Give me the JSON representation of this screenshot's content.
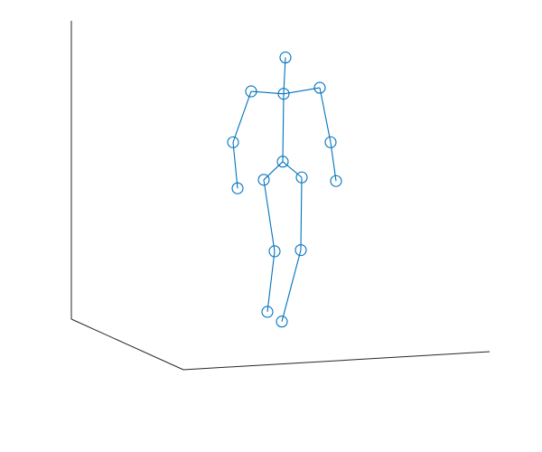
{
  "chart_data": {
    "type": "skeleton-3d",
    "title": "",
    "xlabel": "",
    "ylabel": "",
    "zlabel": "",
    "grid": false,
    "colors": {
      "skeleton": "#0072BD",
      "axes": "#262626",
      "background": "#ffffff"
    },
    "joints": [
      {
        "name": "head",
        "x": 0.0,
        "y": 1.63
      },
      {
        "name": "neck",
        "x": -0.02,
        "y": 1.33
      },
      {
        "name": "left-shoulder",
        "x": -0.38,
        "y": 1.35
      },
      {
        "name": "right-shoulder",
        "x": 0.38,
        "y": 1.38
      },
      {
        "name": "left-elbow",
        "x": -0.58,
        "y": 0.93
      },
      {
        "name": "right-elbow",
        "x": 0.5,
        "y": 0.93
      },
      {
        "name": "left-wrist",
        "x": -0.53,
        "y": 0.55
      },
      {
        "name": "right-wrist",
        "x": 0.56,
        "y": 0.61
      },
      {
        "name": "pelvis",
        "x": -0.03,
        "y": 0.77
      },
      {
        "name": "left-hip",
        "x": -0.24,
        "y": 0.62
      },
      {
        "name": "right-hip",
        "x": 0.18,
        "y": 0.64
      },
      {
        "name": "left-knee",
        "x": -0.12,
        "y": 0.03
      },
      {
        "name": "right-knee",
        "x": 0.17,
        "y": 0.04
      },
      {
        "name": "left-ankle",
        "x": -0.2,
        "y": -0.47
      },
      {
        "name": "right-ankle",
        "x": -0.04,
        "y": -0.55
      }
    ],
    "bones": [
      [
        "head",
        "neck"
      ],
      [
        "neck",
        "left-shoulder"
      ],
      [
        "neck",
        "right-shoulder"
      ],
      [
        "left-shoulder",
        "left-elbow"
      ],
      [
        "left-elbow",
        "left-wrist"
      ],
      [
        "right-shoulder",
        "right-elbow"
      ],
      [
        "right-elbow",
        "right-wrist"
      ],
      [
        "neck",
        "pelvis"
      ],
      [
        "pelvis",
        "left-hip"
      ],
      [
        "pelvis",
        "right-hip"
      ],
      [
        "left-hip",
        "left-knee"
      ],
      [
        "left-knee",
        "left-ankle"
      ],
      [
        "right-hip",
        "right-knee"
      ],
      [
        "right-knee",
        "right-ankle"
      ]
    ]
  }
}
